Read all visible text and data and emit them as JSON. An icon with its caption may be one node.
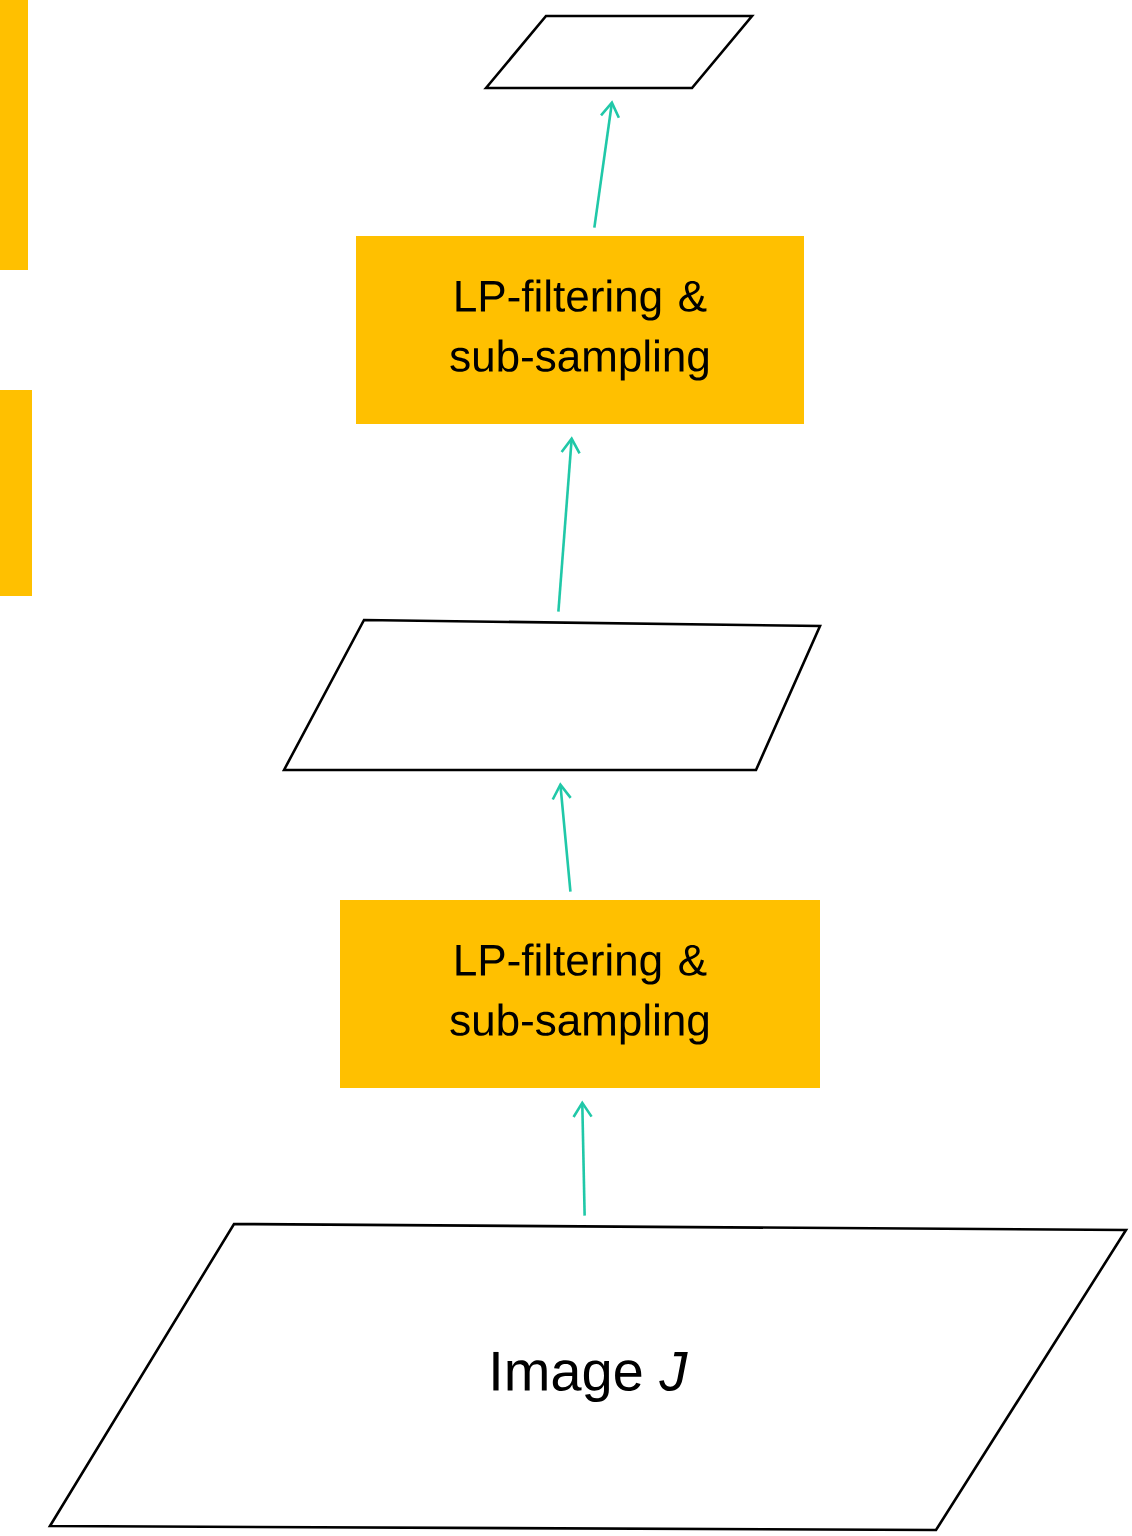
{
  "diagram": {
    "nodes": [
      {
        "text": [],
        "shape": "parallelogram"
      },
      {
        "text": [
          "LP-filtering & sub-sampling"
        ]
      },
      {
        "text": [],
        "shape": "parallelogram"
      },
      {
        "text": [
          "LP-filtering & sub-sampling"
        ]
      },
      {
        "text": [
          "Image *J*"
        ]
      },
      {
        "text": [],
        "shape": "box"
      },
      {
        "text": [],
        "shape": "box"
      }
    ],
    "edges": [
      {
        "from": 4,
        "to": 3,
        "arrow": "to"
      },
      {
        "from": 3,
        "to": 2,
        "arrow": "to"
      },
      {
        "from": 2,
        "to": 1,
        "arrow": "to"
      },
      {
        "from": 1,
        "to": 0,
        "arrow": "to"
      }
    ]
  }
}
